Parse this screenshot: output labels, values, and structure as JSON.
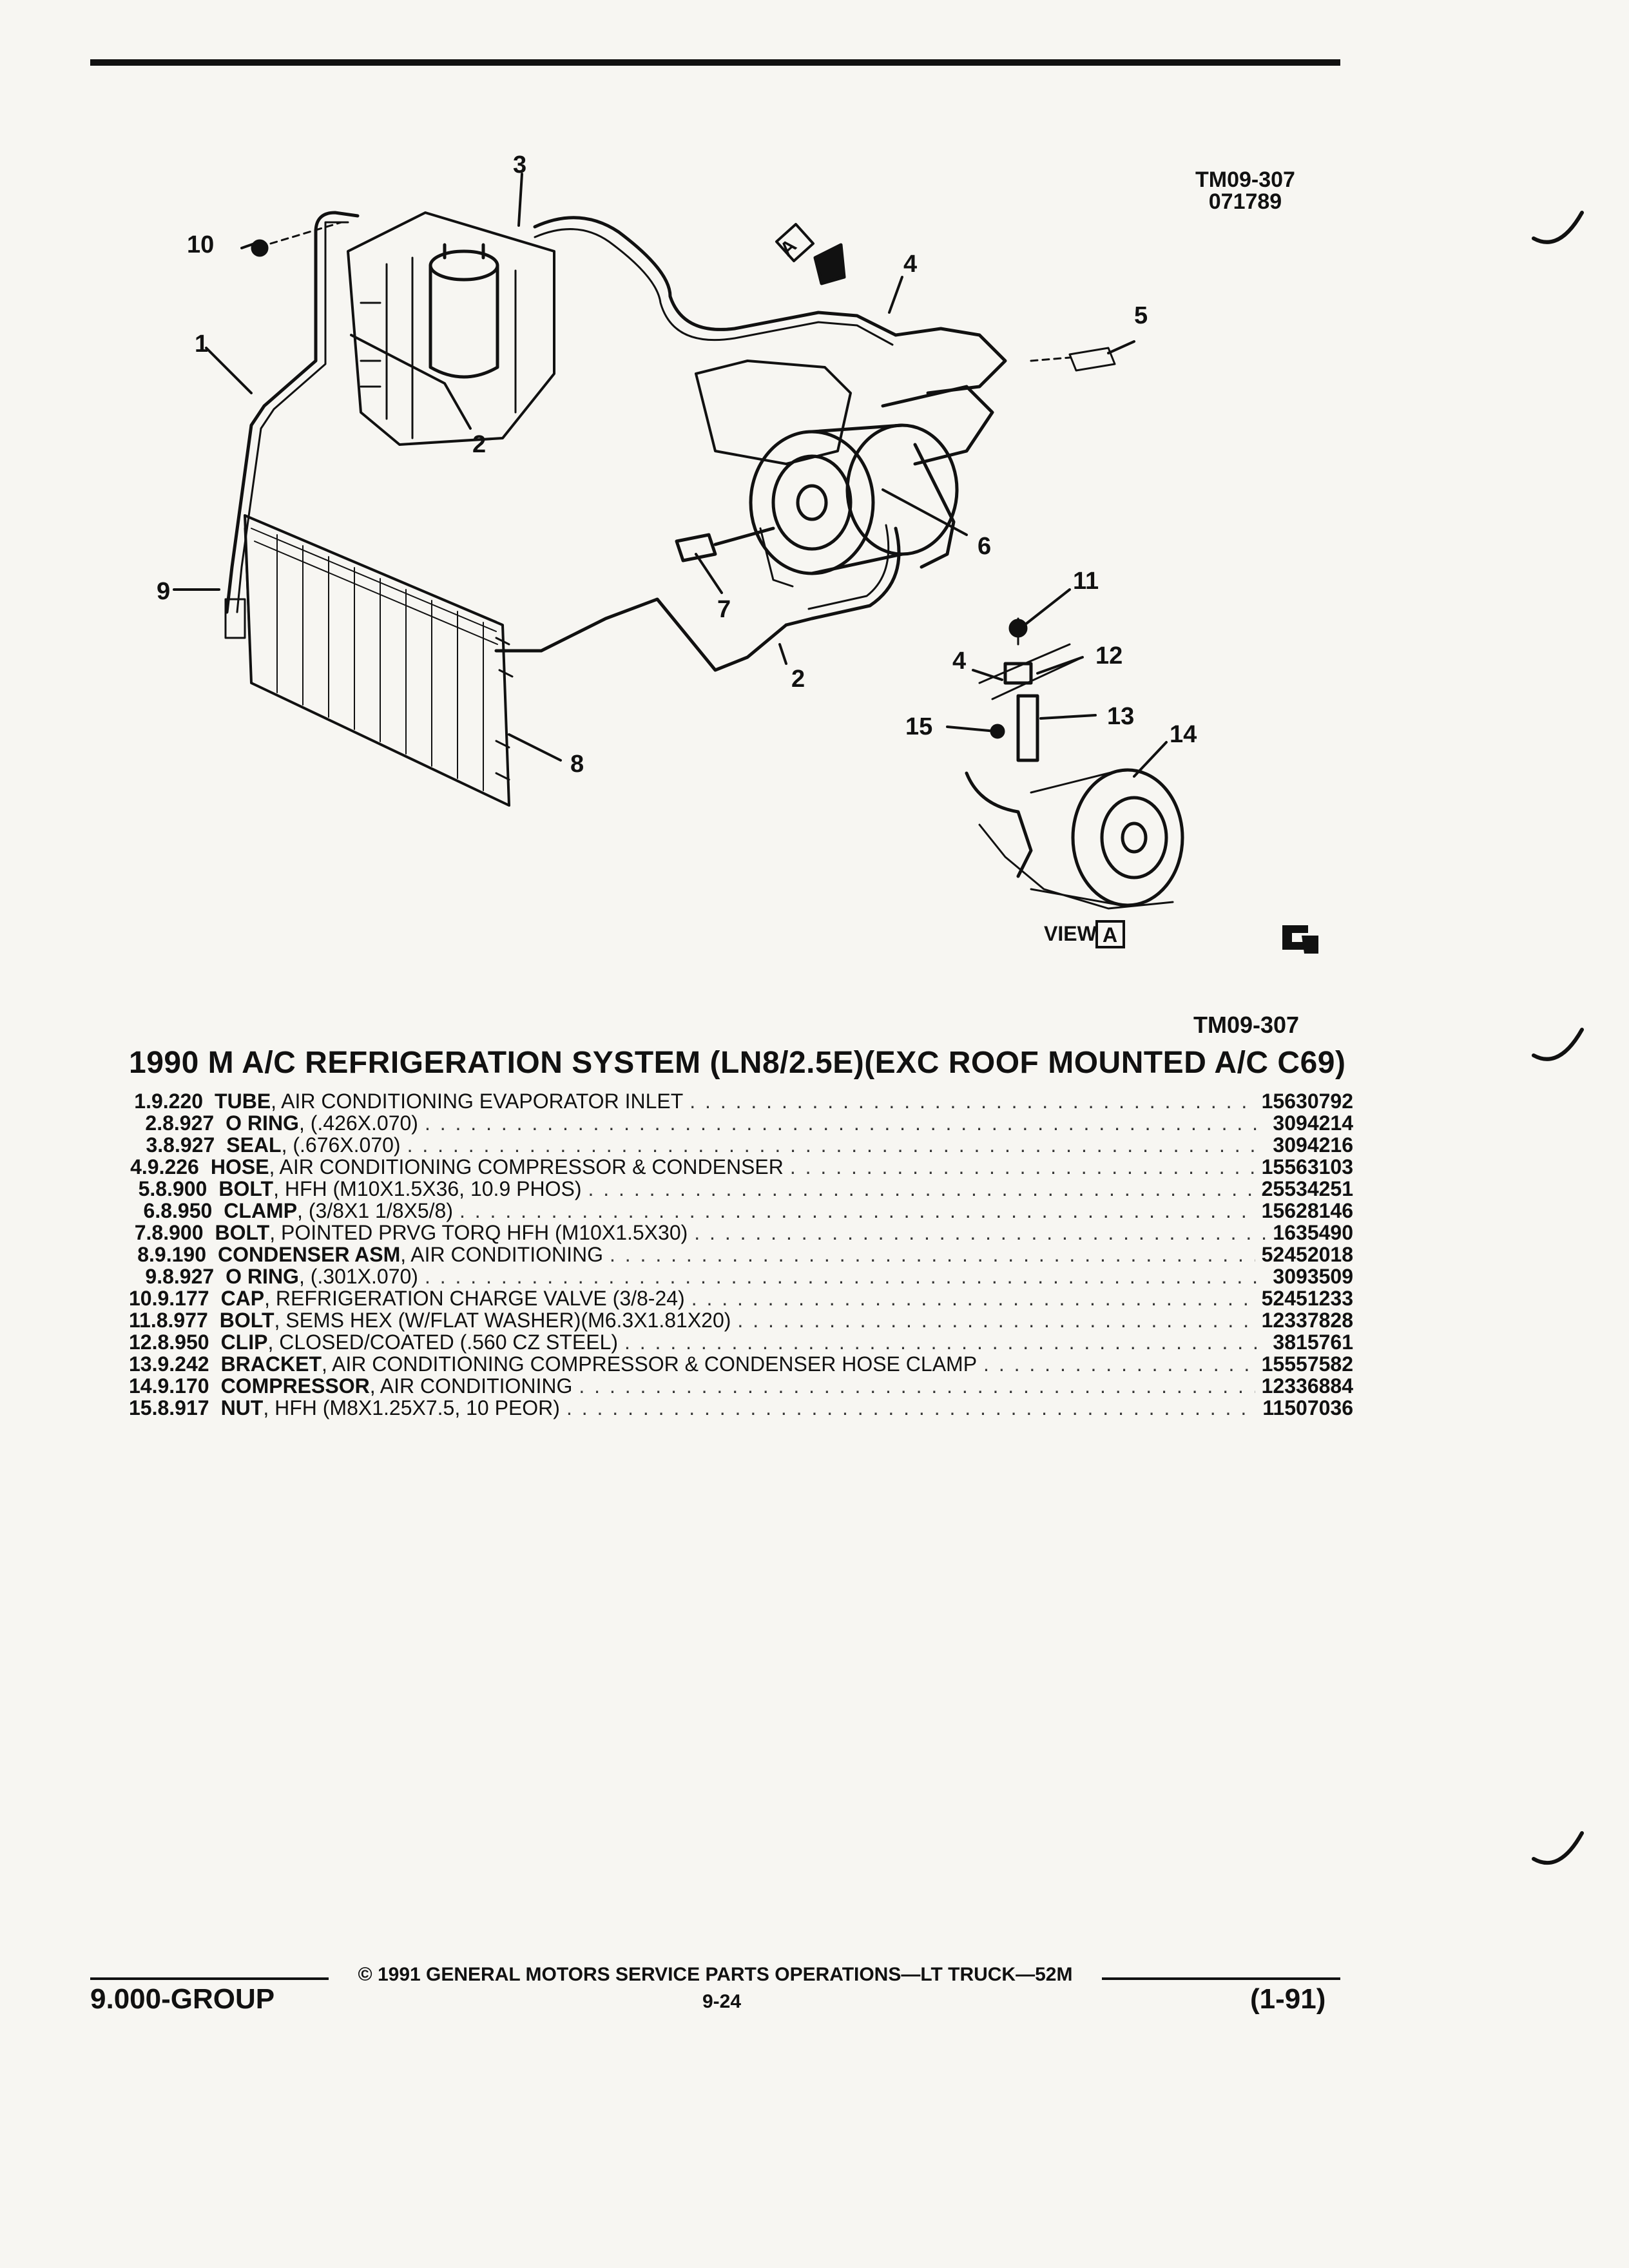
{
  "header": {
    "tm_ref_top": "TM09-307",
    "tm_date": "071789",
    "tm_ref_bottom": "TM09-307"
  },
  "diagram": {
    "callouts": [
      "3",
      "10",
      "1",
      "2",
      "4",
      "5",
      "6",
      "7",
      "9",
      "2",
      "8",
      "11",
      "12",
      "4",
      "13",
      "15",
      "14"
    ],
    "view_label": "VIEW",
    "view_letter": "A",
    "arrow_letter": "A"
  },
  "section": {
    "title": "1990 M A/C REFRIGERATION SYSTEM (LN8/2.5E)(EXC ROOF MOUNTED A/C C69)"
  },
  "parts": [
    {
      "num": "1.",
      "group": "9.220",
      "name": "TUBE",
      "detail": ", AIR CONDITIONING EVAPORATOR INLET",
      "part_no": "15630792"
    },
    {
      "num": "2.",
      "group": "8.927",
      "name": "O RING",
      "detail": ", (.426X.070)",
      "part_no": "3094214"
    },
    {
      "num": "3.",
      "group": "8.927",
      "name": "SEAL",
      "detail": ", (.676X.070)",
      "part_no": "3094216"
    },
    {
      "num": "4.",
      "group": "9.226",
      "name": "HOSE",
      "detail": ", AIR CONDITIONING COMPRESSOR & CONDENSER",
      "part_no": "15563103"
    },
    {
      "num": "5.",
      "group": "8.900",
      "name": "BOLT",
      "detail": ", HFH (M10X1.5X36, 10.9 PHOS)",
      "part_no": "25534251"
    },
    {
      "num": "6.",
      "group": "8.950",
      "name": "CLAMP",
      "detail": ", (3/8X1 1/8X5/8)",
      "part_no": "15628146"
    },
    {
      "num": "7.",
      "group": "8.900",
      "name": "BOLT",
      "detail": ", POINTED PRVG TORQ HFH (M10X1.5X30)",
      "part_no": "1635490"
    },
    {
      "num": "8.",
      "group": "9.190",
      "name": "CONDENSER ASM",
      "detail": ", AIR CONDITIONING",
      "part_no": "52452018"
    },
    {
      "num": "9.",
      "group": "8.927",
      "name": "O RING",
      "detail": ", (.301X.070)",
      "part_no": "3093509"
    },
    {
      "num": "10.",
      "group": "9.177",
      "name": "CAP",
      "detail": ", REFRIGERATION CHARGE VALVE (3/8-24)",
      "part_no": "52451233"
    },
    {
      "num": "11.",
      "group": "8.977",
      "name": "BOLT",
      "detail": ", SEMS HEX (W/FLAT WASHER)(M6.3X1.81X20)",
      "part_no": "12337828"
    },
    {
      "num": "12.",
      "group": "8.950",
      "name": "CLIP",
      "detail": ", CLOSED/COATED (.560 CZ STEEL)",
      "part_no": "3815761"
    },
    {
      "num": "13.",
      "group": "9.242",
      "name": "BRACKET",
      "detail": ", AIR CONDITIONING COMPRESSOR & CONDENSER HOSE CLAMP",
      "part_no": "15557582"
    },
    {
      "num": "14.",
      "group": "9.170",
      "name": "COMPRESSOR",
      "detail": ", AIR CONDITIONING",
      "part_no": "12336884"
    },
    {
      "num": "15.",
      "group": "8.917",
      "name": "NUT",
      "detail": ", HFH (M8X1.25X7.5, 10 PEOR)",
      "part_no": "11507036"
    }
  ],
  "footer": {
    "copyright": "© 1991 GENERAL MOTORS SERVICE PARTS OPERATIONS—LT TRUCK—52M",
    "group": "9.000-GROUP",
    "page": "9-24",
    "revision": "(1-91)"
  }
}
